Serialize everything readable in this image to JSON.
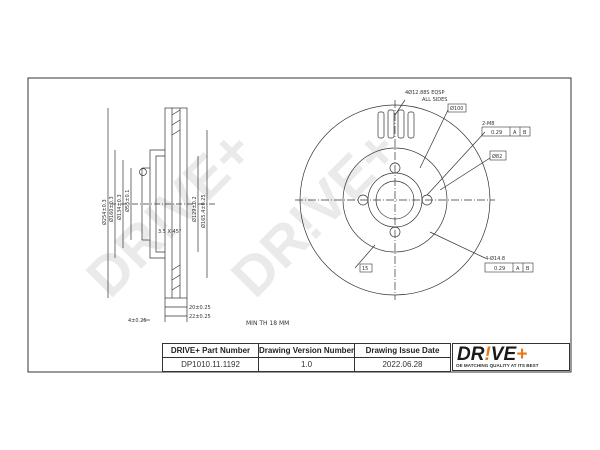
{
  "watermark": {
    "text": "DR!VE+"
  },
  "drawing": {
    "min_thickness": "MIN TH 18 MM",
    "side_labels": {
      "d1": "Ø254±0.3",
      "d2": "Ø160±0.3",
      "d3": "Ø134±0.3",
      "d4": "Ø55±0.1",
      "d5": "Ø129±0.2",
      "d6": "Ø165.4±0.25",
      "angle": "3.5 X 45°",
      "w1": "20±0.25",
      "w2": "22±0.25",
      "w3": "4±0.25"
    },
    "front_labels": {
      "holes": "4Ø12.88S EQSP",
      "all_sides": "ALL SIDES",
      "pcd": "Ø100",
      "flat": "0.29",
      "datum_a": "A",
      "datum_b": "B",
      "center": "Ø82",
      "pin": "4-Ø14.8",
      "rot": "15",
      "flat2": "0.29",
      "m8": "2-M8"
    }
  },
  "title_block": {
    "headers": [
      "DRIVE+ Part Number",
      "Drawing Version Number",
      "Drawing Issue Date"
    ],
    "values": [
      "DP1010.11.1192",
      "1.0",
      "2022.06.28"
    ]
  },
  "brand": {
    "logo_dr": "DR",
    "logo_bang": "!",
    "logo_ve": "VE",
    "logo_plus": "+",
    "tagline": "OE MATCHING QUALITY AT ITS BEST"
  }
}
